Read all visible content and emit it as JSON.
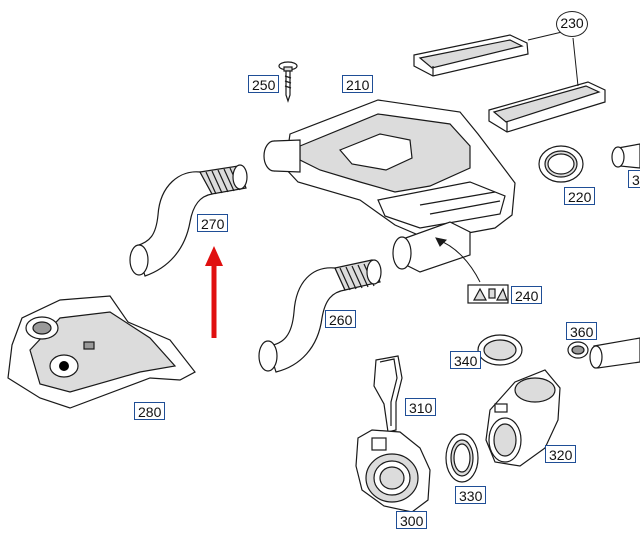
{
  "colors": {
    "callout_border": "#1f4e96",
    "indicator_arrow": "#e01010",
    "line_art": "#1a1a1a"
  },
  "icons": {
    "indicator": "red-arrow-icon",
    "warning_label": "warning-label-icon"
  },
  "callouts": [
    {
      "id": "c230",
      "label": "230"
    },
    {
      "id": "c250",
      "label": "250"
    },
    {
      "id": "c210",
      "label": "210"
    },
    {
      "id": "c220",
      "label": "220"
    },
    {
      "id": "c270",
      "label": "270"
    },
    {
      "id": "c240",
      "label": "240"
    },
    {
      "id": "c260",
      "label": "260"
    },
    {
      "id": "c360",
      "label": "360"
    },
    {
      "id": "c340",
      "label": "340"
    },
    {
      "id": "c280",
      "label": "280"
    },
    {
      "id": "c310",
      "label": "310"
    },
    {
      "id": "c320",
      "label": "320"
    },
    {
      "id": "c330",
      "label": "330"
    },
    {
      "id": "c300",
      "label": "300"
    },
    {
      "id": "c3x",
      "label": "3"
    }
  ]
}
